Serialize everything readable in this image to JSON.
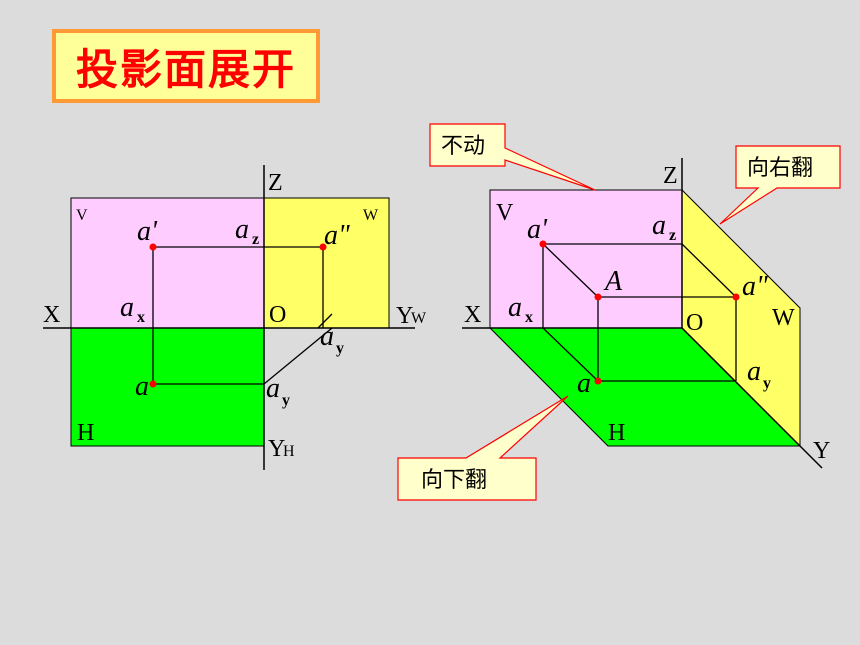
{
  "title": "投影面展开",
  "colors": {
    "v_plane": "#ffccff",
    "w_plane": "#ffff66",
    "h_plane": "#00ff00",
    "point": "#ff0000",
    "title_text": "#ff0000",
    "title_bg": "#ffff99",
    "title_border": "#ff9933",
    "callout_bg": "#ffffcc",
    "callout_border": "#ff0000"
  },
  "left_diagram": {
    "plane_v": "V",
    "plane_w": "W",
    "plane_h": "H",
    "axis_x": "X",
    "axis_z": "Z",
    "origin": "O",
    "axis_yw_main": "Y",
    "axis_yw_sub": "W",
    "axis_yh_main": "Y",
    "axis_yh_sub": "H",
    "pt_a_v": "a'",
    "pt_a_w": "a\"",
    "pt_a_h": "a",
    "pt_ax_main": "a",
    "pt_ax_sub": "x",
    "pt_az_main": "a",
    "pt_az_sub": "z",
    "pt_ay_w_main": "a",
    "pt_ay_w_sub": "y",
    "pt_ay_h_main": "a",
    "pt_ay_h_sub": "y"
  },
  "right_diagram": {
    "plane_v": "V",
    "plane_w": "W",
    "plane_h": "H",
    "axis_x": "X",
    "axis_z": "Z",
    "axis_y": "Y",
    "origin": "O",
    "pt_A": "A",
    "pt_a_v": "a'",
    "pt_a_w": "a\"",
    "pt_a_h": "a",
    "pt_ax_main": "a",
    "pt_ax_sub": "x",
    "pt_az_main": "a",
    "pt_az_sub": "z",
    "pt_ay_main": "a",
    "pt_ay_sub": "y"
  },
  "callouts": {
    "fixed": "不动",
    "rotate_right": "向右翻",
    "rotate_down": "向下翻"
  }
}
